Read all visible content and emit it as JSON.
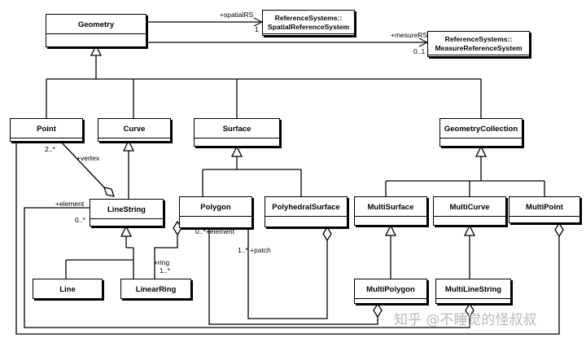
{
  "classes": {
    "geometry": "Geometry",
    "spatial_rs": [
      "ReferenceSystems::",
      "SpatialReferenceSystem"
    ],
    "measure_rs": [
      "ReferenceSystems::",
      "MeasureReferenceSystem"
    ],
    "point": "Point",
    "curve": "Curve",
    "surface": "Surface",
    "geometry_collection": "GeometryCollection",
    "line_string": "LineString",
    "polygon": "Polygon",
    "polyhedral_surface": "PolyhedralSurface",
    "multi_surface": "MultiSurface",
    "multi_curve": "MultiCurve",
    "multi_point": "MultiPoint",
    "line": "Line",
    "linear_ring": "LinearRing",
    "multi_polygon": "MultiPolygon",
    "multi_line_string": "MultiLineString"
  },
  "labels": {
    "spatial_rs_role": "+spatialRS",
    "spatial_rs_mult": "1",
    "mesure_rs_role": "+mesureRS",
    "mesure_rs_mult": "0..1",
    "vertex_mult": "2..*",
    "vertex_role": "+vertex",
    "element_role_left": "+element",
    "element_mult_left": "0..*",
    "element_polygon": "0..*+element",
    "patch": "1..* +patch",
    "ring_role": "+ring",
    "ring_mult": "1..*"
  },
  "watermark": "知乎 @不睡觉的怪叔叔"
}
